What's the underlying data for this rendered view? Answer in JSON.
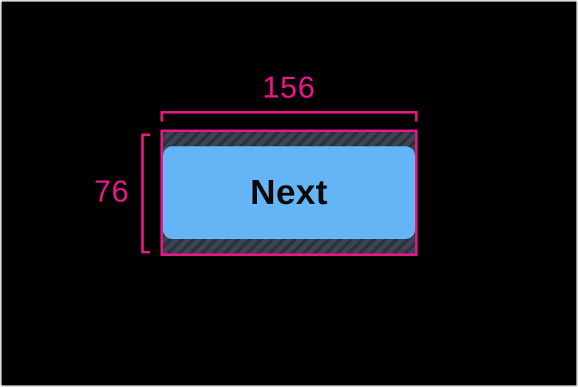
{
  "measurements": {
    "width": "156",
    "height": "76"
  },
  "button": {
    "label": "Next"
  },
  "colors": {
    "canvas_background": "#000000",
    "canvas_border": "#d8d8d8",
    "measurement_accent": "#ec148c",
    "button_fill": "#64b5f6",
    "button_text": "#0a0a0a",
    "hatch_base": "#3d4451",
    "hatch_stripe": "#2b303a"
  }
}
